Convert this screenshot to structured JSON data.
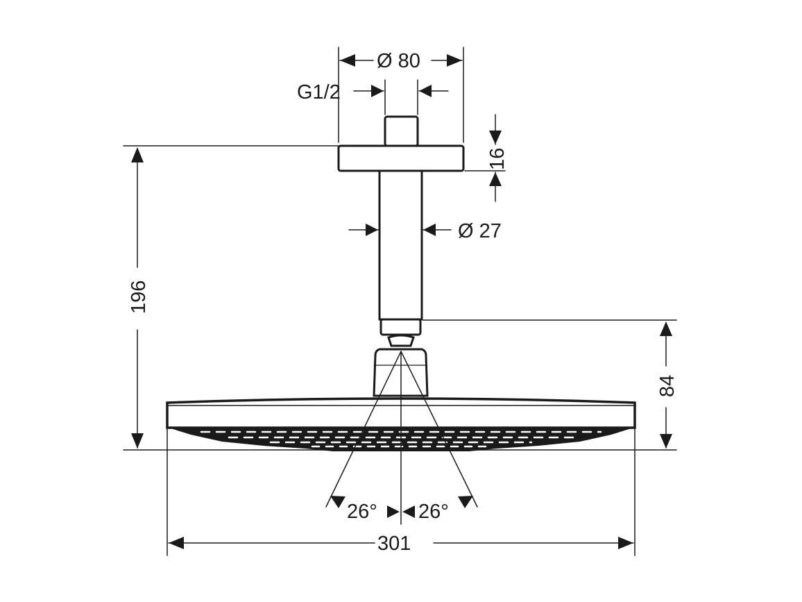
{
  "drawing": {
    "subject": "Overhead shower with ceiling arm - dimension drawing",
    "units": "mm",
    "colors": {
      "line": "#1a1a1a",
      "background": "#ffffff"
    },
    "dimensions": {
      "flange_diameter": "Ø 80",
      "thread": "G1/2",
      "flange_height": "16",
      "arm_diameter": "Ø 27",
      "total_height": "196",
      "head_height": "84",
      "spray_angle_left": "26°",
      "spray_angle_right": "26°",
      "head_diameter": "301"
    }
  }
}
